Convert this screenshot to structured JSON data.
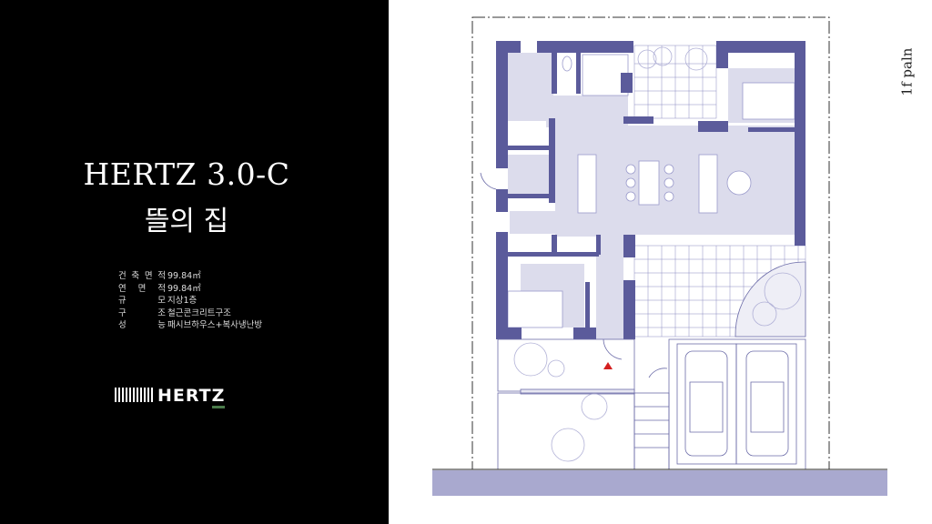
{
  "slide": {
    "title": "HERTZ 3.0-C",
    "subtitle": "뜰의 집",
    "specs": [
      {
        "label": [
          "건",
          "축",
          "면",
          "적"
        ],
        "value": "99.84㎡"
      },
      {
        "label": [
          "연",
          "면",
          "적"
        ],
        "value": "99.84㎡"
      },
      {
        "label": [
          "규",
          "모"
        ],
        "value": "지상1층"
      },
      {
        "label": [
          "구",
          "조"
        ],
        "value": "철근콘크리트구조"
      },
      {
        "label": [
          "성",
          "능"
        ],
        "value": "패시브하우스+복사냉난방"
      }
    ],
    "logo_text": "HERT",
    "logo_last": "Z"
  },
  "plan": {
    "label": "1f paln",
    "colors": {
      "wall": "#5b5b9b",
      "floor": "#dcdcec",
      "line": "#6b6ba8",
      "road": "#a9a9cf",
      "entrance": "#d42020"
    }
  }
}
